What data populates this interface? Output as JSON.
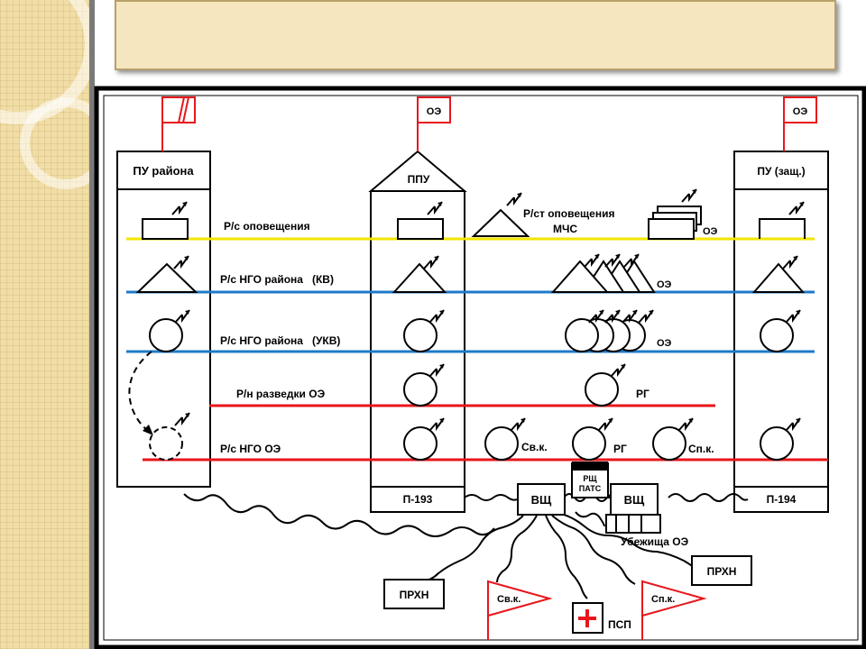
{
  "title": "",
  "colors": {
    "yellow_line": "#f2e600",
    "blue_line": "#1e7ac8",
    "red_line": "#e8161c",
    "flag_red": "#e8161c",
    "sidebar_bg": "#f1dea6",
    "title_bg": "#f5e6bf"
  },
  "labels": {
    "pu_rayona": "ПУ района",
    "ppu": "ППУ",
    "pu_zasch": "ПУ (защ.)",
    "oe_flag_1": "ОЭ",
    "oe_flag_2": "ОЭ",
    "rs_opov": "Р/с оповещения",
    "rst_mchs_1": "Р/ст оповещения",
    "rst_mchs_2": "МЧС",
    "oe_1": "ОЭ",
    "oe_2": "ОЭ",
    "oe_3": "ОЭ",
    "rs_ngo_kv": "Р/с НГО района   (КВ)",
    "rs_ngo_ukv": "Р/с НГО района   (УКВ)",
    "rn_razv": "Р/н разведки ОЭ",
    "rg_1": "РГ",
    "rs_ngo_oe": "Р/с НГО ОЭ",
    "sv_k": "Св.к.",
    "rg_2": "РГ",
    "sp_k": "Сп.к.",
    "p193": "П-193",
    "p194": "П-194",
    "vsch_1": "ВЩ",
    "vsch_2": "ВЩ",
    "rsch_1": "РЩ",
    "rsch_2": "ПАТС",
    "ubezh": "Убежища ОЭ",
    "prhn_1": "ПРХН",
    "prhn_2": "ПРХН",
    "flag_svk": "Св.к.",
    "flag_spk": "Сп.к.",
    "psp": "ПСП"
  },
  "icons": [
    "flag-icon",
    "radio-station-icon",
    "antenna-lightning-icon",
    "red-cross-icon"
  ]
}
